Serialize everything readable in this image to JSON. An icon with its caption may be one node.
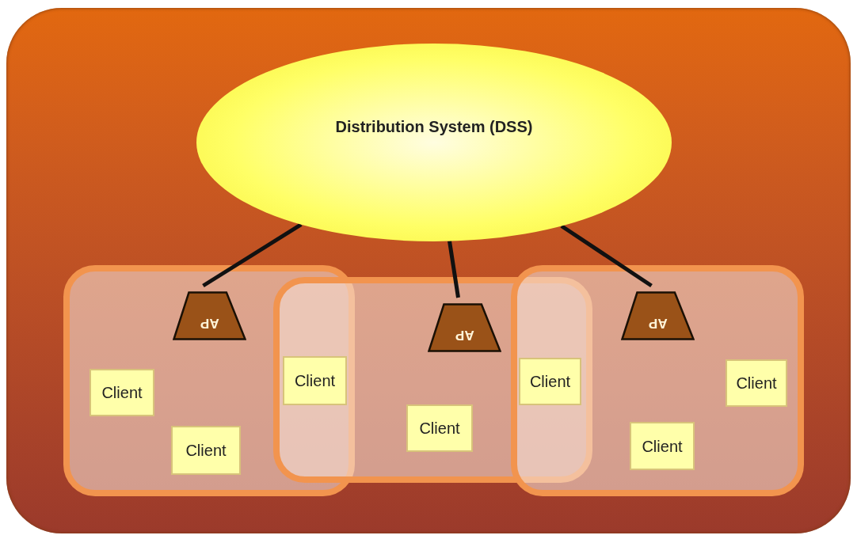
{
  "diagram": {
    "nodes": [
      {
        "text": [],
        "shape": "box"
      },
      {
        "text": [
          "Distribution System (DSS)"
        ],
        "in": 0
      },
      {
        "text": [],
        "shape": "box",
        "in": 0
      },
      {
        "text": [],
        "shape": "box",
        "in": 0
      },
      {
        "text": [],
        "shape": "box",
        "in": 0
      },
      {
        "text": [
          "AP"
        ],
        "in": 2
      },
      {
        "text": [
          "AP"
        ],
        "in": 3
      },
      {
        "text": [
          "AP"
        ],
        "in": 4
      },
      {
        "text": [
          "Client"
        ],
        "in": 2
      },
      {
        "text": [
          "Client"
        ],
        "in": 2
      },
      {
        "text": [
          "Client"
        ]
      },
      {
        "text": [
          "Client"
        ],
        "in": 3
      },
      {
        "text": [
          "Client"
        ]
      },
      {
        "text": [
          "Client"
        ],
        "in": 4
      },
      {
        "text": [
          "Client"
        ],
        "in": 4
      }
    ],
    "edges": [
      {
        "from": 1,
        "to": 5,
        "arrow": "none"
      },
      {
        "from": 1,
        "to": 6,
        "arrow": "none"
      },
      {
        "from": 1,
        "to": 7,
        "arrow": "none"
      }
    ]
  }
}
